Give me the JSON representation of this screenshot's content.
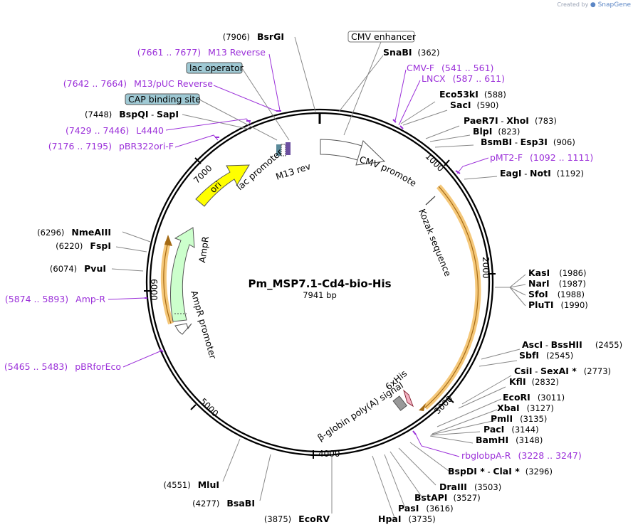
{
  "credit": {
    "prefix": "Created by",
    "brand": "SnapGene"
  },
  "plasmid": {
    "name": "Pm_MSP7.1-Cd4-bio-His",
    "length": "7941 bp"
  },
  "ticks": [
    "1000",
    "2000",
    "3000",
    "4000",
    "5000",
    "6000",
    "7000"
  ],
  "colors": {
    "primer": "#9b30d9",
    "ori": "#ffff00",
    "ampr": "#ccffcc",
    "lac_operator": "#9fc9d4",
    "orf_highlight": "#f5c87a"
  },
  "enzymes_right": [
    {
      "name": "SnaBI",
      "pos": "(362)"
    },
    {
      "name": "Eco53kI",
      "pos": "(588)"
    },
    {
      "name": "SacI",
      "pos": "(590)"
    },
    {
      "name": "PaeR7I",
      "sep": " - ",
      "name2": "XhoI",
      "pos": "(783)"
    },
    {
      "name": "BlpI",
      "pos": "(823)"
    },
    {
      "name": "BsmBI",
      "sep": " - ",
      "name2": "Esp3I",
      "pos": "(906)"
    },
    {
      "name": "EagI",
      "sep": " - ",
      "name2": "NotI",
      "pos": "(1192)"
    },
    {
      "name": "KasI",
      "pos": "(1986)"
    },
    {
      "name": "NarI",
      "pos": "(1987)"
    },
    {
      "name": "SfoI",
      "pos": "(1988)"
    },
    {
      "name": "PluTI",
      "pos": "(1990)"
    },
    {
      "name": "AscI",
      "sep": " - ",
      "name2": "BssHII",
      "pos": "(2455)"
    },
    {
      "name": "SbfI",
      "pos": "(2545)"
    },
    {
      "name": "CsiI",
      "sep": " - ",
      "name2": "SexAI *",
      "pos": "(2773)"
    },
    {
      "name": "KflI",
      "pos": "(2832)"
    },
    {
      "name": "EcoRI",
      "pos": "(3011)"
    },
    {
      "name": "XbaI",
      "pos": "(3127)"
    },
    {
      "name": "PmlI",
      "pos": "(3135)"
    },
    {
      "name": "PacI",
      "pos": "(3144)"
    },
    {
      "name": "BamHI",
      "pos": "(3148)"
    },
    {
      "name": "BspDI *",
      "sep": " - ",
      "name2": "ClaI *",
      "pos": "(3296)"
    },
    {
      "name": "DraIII",
      "pos": "(3503)"
    },
    {
      "name": "BstAPI",
      "pos": "(3527)"
    },
    {
      "name": "PasI",
      "pos": "(3616)"
    },
    {
      "name": "HpaI",
      "pos": "(3735)"
    }
  ],
  "enzymes_left": [
    {
      "name": "BsrGI",
      "pos": "(7906)"
    },
    {
      "name": "BspQI",
      "sep": " - ",
      "name2": "SapI",
      "pos": "(7448)"
    },
    {
      "name": "NmeAIII",
      "pos": "(6296)"
    },
    {
      "name": "FspI",
      "pos": "(6220)"
    },
    {
      "name": "PvuI",
      "pos": "(6074)"
    },
    {
      "name": "MluI",
      "pos": "(4551)"
    },
    {
      "name": "BsaBI",
      "pos": "(4277)"
    },
    {
      "name": "EcoRV",
      "pos": "(3875)"
    }
  ],
  "primers": [
    {
      "name": "CMV-F",
      "range": "(541 .. 561)"
    },
    {
      "name": "LNCX",
      "range": "(587 .. 611)"
    },
    {
      "name": "pMT2-F",
      "range": "(1092 .. 1111)"
    },
    {
      "name": "rbglobpA-R",
      "range": "(3228 .. 3247)"
    },
    {
      "name": "M13 Reverse",
      "range": "(7661 .. 7677)"
    },
    {
      "name": "M13/pUC Reverse",
      "range": "(7642 .. 7664)"
    },
    {
      "name": "L4440",
      "range": "(7429 .. 7446)"
    },
    {
      "name": "pBR322ori-F",
      "range": "(7176 .. 7195)"
    },
    {
      "name": "Amp-R",
      "range": "(5874 .. 5893)"
    },
    {
      "name": "pBRforEco",
      "range": "(5465 .. 5483)"
    }
  ],
  "boxed_features": {
    "cmv_enhancer": "CMV enhancer",
    "lac_operator": "lac operator",
    "cap_site": "CAP binding site"
  },
  "features": {
    "cmv_promoter": "CMV promoter",
    "kozak": "Kozak sequence",
    "his": "6xHis",
    "polya": "β-globin poly(A) signal",
    "ori": "ori",
    "lac_promoter": "lac promoter",
    "m13rev": "M13 rev",
    "ampr": "AmpR",
    "ampr_promoter": "AmpR promoter"
  }
}
